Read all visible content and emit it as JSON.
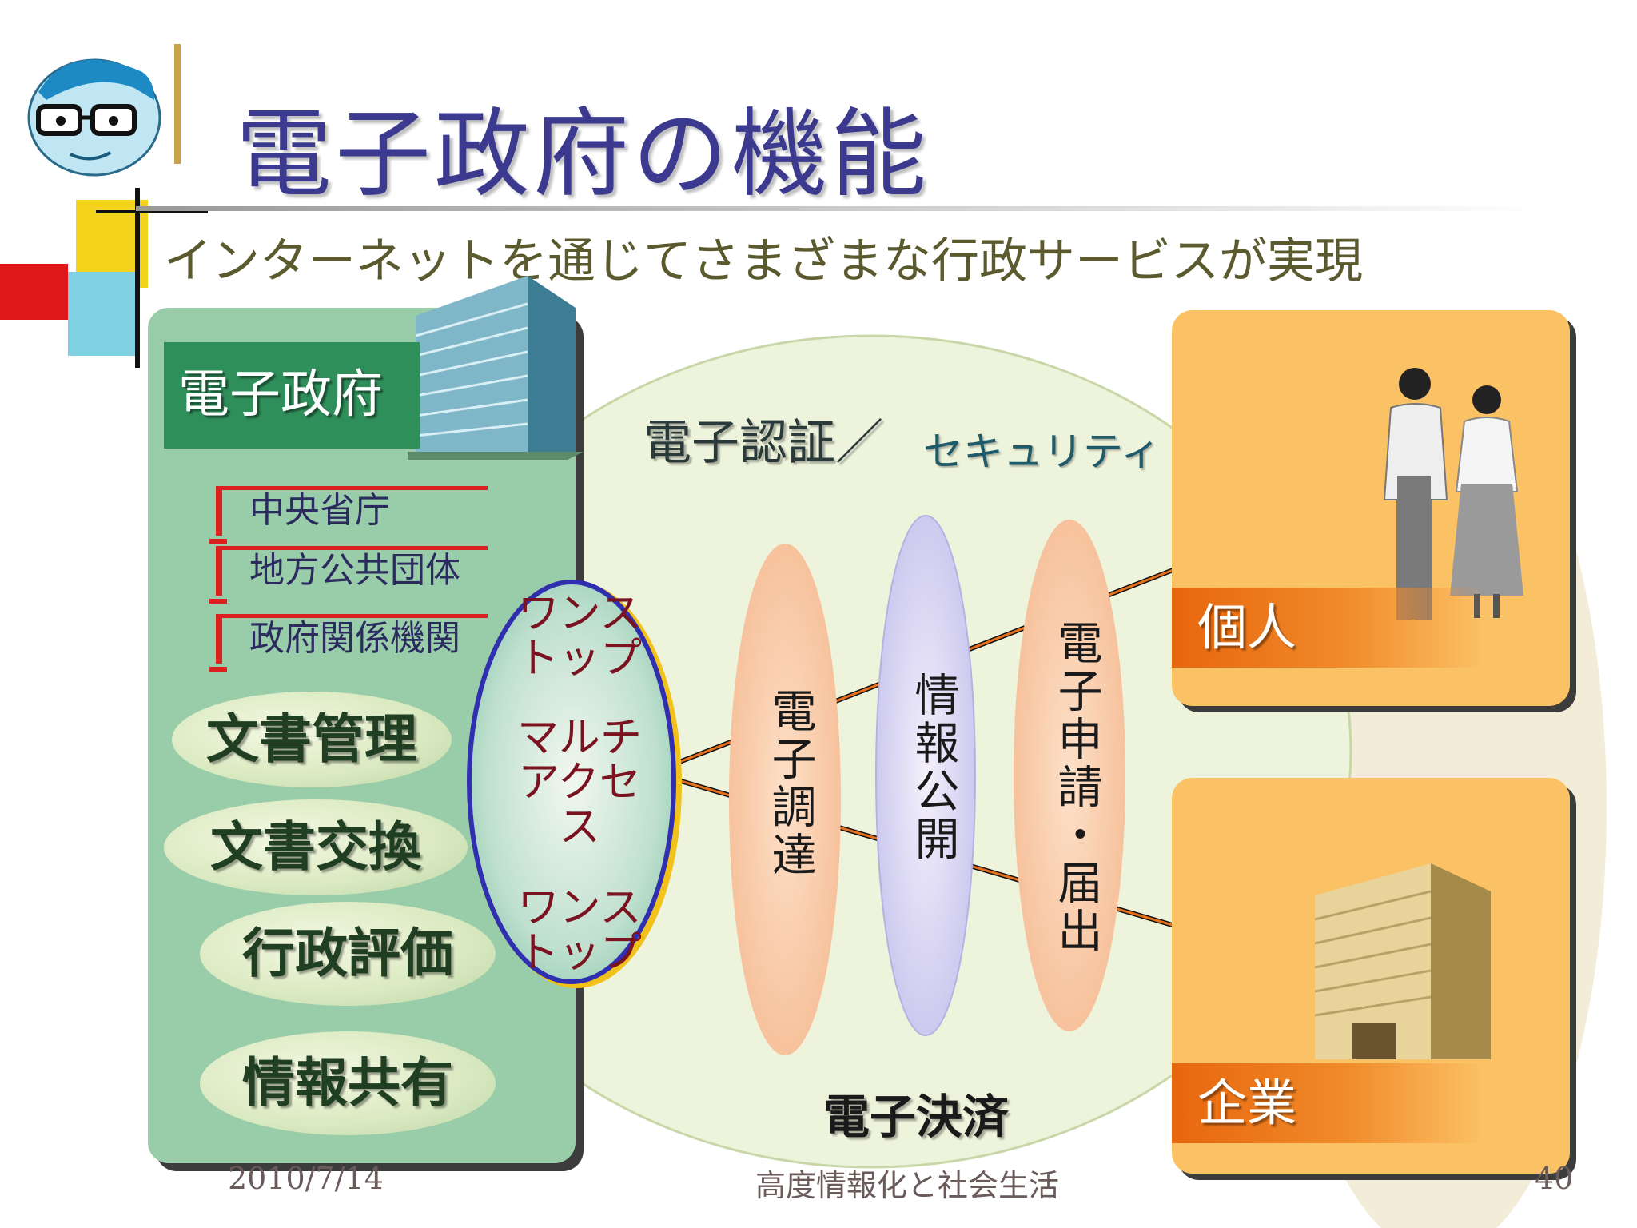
{
  "title": "電子政府の機能",
  "subtitle": "インターネットを通じてさまざまな行政サービスが実現",
  "gov": {
    "label": "電子政府",
    "orgs": [
      "中央省庁",
      "地方公共団体",
      "政府関係機関"
    ],
    "functions": [
      "文書管理",
      "文書交換",
      "行政評価",
      "情報共有"
    ]
  },
  "center": {
    "auth_label": "電子認証／",
    "security_label": "セキュリティ",
    "payment_label": "電子決済",
    "access": {
      "one_stop_top": "ワンス トップ",
      "multi_access": "マルチ アクセ ス",
      "one_stop_bottom": "ワンス トップ"
    },
    "services": [
      "電子調達",
      "情報公開",
      "電子申請・届出"
    ]
  },
  "targets": {
    "person_label": "個人",
    "business_label": "企業"
  },
  "footer": {
    "date": "2010/7/14",
    "course": "高度情報化と社会生活",
    "page": "40"
  },
  "colors": {
    "title": "#3b3a8f",
    "panel": "#99cca8",
    "gov_box": "#2f8f5a",
    "target_box": "#fbc165",
    "tag": "#e8660d",
    "org_bar": "#dc1f1f"
  }
}
